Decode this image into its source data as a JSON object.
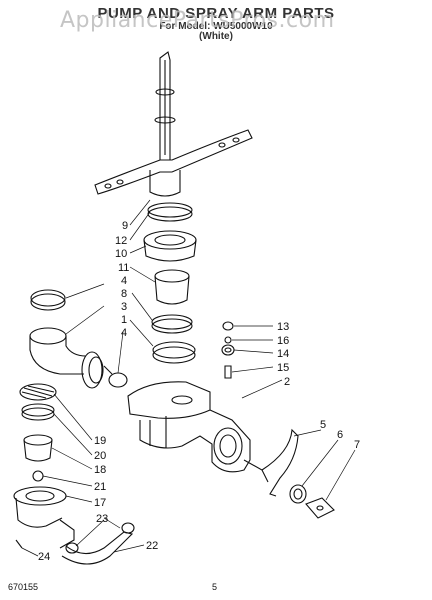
{
  "header": {
    "title": "PUMP AND SPRAY ARM PARTS",
    "model_line": "For Model: WU5000W10",
    "color_line": "(White)"
  },
  "watermark": "AppliancePartsPros.com",
  "callouts": [
    "9",
    "12",
    "10",
    "11",
    "4",
    "8",
    "3",
    "1",
    "4",
    "2",
    "13",
    "16",
    "14",
    "15",
    "5",
    "6",
    "7",
    "19",
    "20",
    "18",
    "21",
    "17",
    "23",
    "22",
    "24"
  ],
  "footer": {
    "doc_number": "670155",
    "page_number": "5"
  }
}
